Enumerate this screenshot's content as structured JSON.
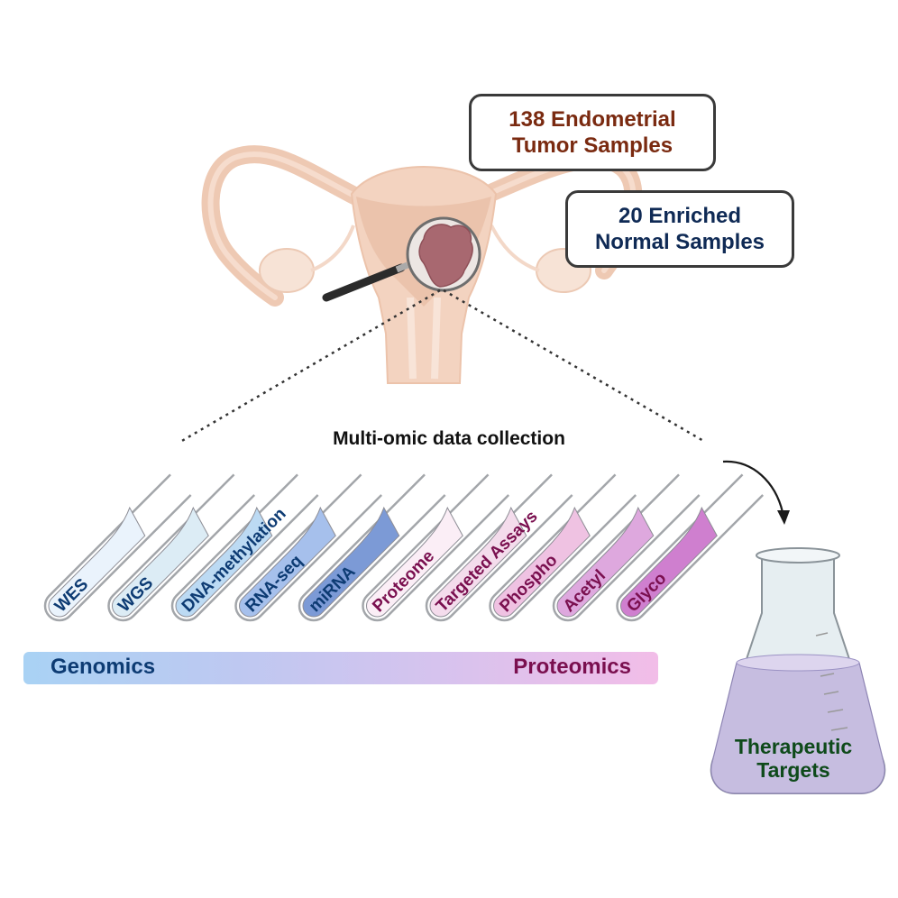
{
  "labels": {
    "tumor_samples": {
      "line1": "138 Endometrial",
      "line2": "Tumor Samples",
      "color": "#7a2a10"
    },
    "normal_samples": {
      "line1": "20 Enriched",
      "line2": "Normal Samples",
      "color": "#0f2a55"
    }
  },
  "section_title": "Multi-omic data collection",
  "tubes": [
    {
      "label": "WES",
      "fill": "#eaf3fc",
      "text_color": "#0d3b73"
    },
    {
      "label": "WGS",
      "fill": "#dcecf5",
      "text_color": "#0d3b73"
    },
    {
      "label": "DNA-methylation",
      "fill": "#bcdaf3",
      "text_color": "#0d3b73"
    },
    {
      "label": "RNA-seq",
      "fill": "#a6c0ec",
      "text_color": "#0d3b73"
    },
    {
      "label": "miRNA",
      "fill": "#7c9ad6",
      "text_color": "#0d3b73"
    },
    {
      "label": "Proteome",
      "fill": "#fbeef6",
      "text_color": "#7a0f4f"
    },
    {
      "label": "Targeted Assays",
      "fill": "#f4dcec",
      "text_color": "#7a0f4f"
    },
    {
      "label": "Phospho",
      "fill": "#efc2e2",
      "text_color": "#7a0f4f"
    },
    {
      "label": "Acetyl",
      "fill": "#dea8de",
      "text_color": "#7a0f4f"
    },
    {
      "label": "Glyco",
      "fill": "#cf7fcf",
      "text_color": "#7a0f4f"
    }
  ],
  "omics_bar": {
    "left_label": "Genomics",
    "right_label": "Proteomics"
  },
  "flask": {
    "line1": "Therapeutic",
    "line2": "Targets",
    "liquid_color": "#c6bde0"
  }
}
